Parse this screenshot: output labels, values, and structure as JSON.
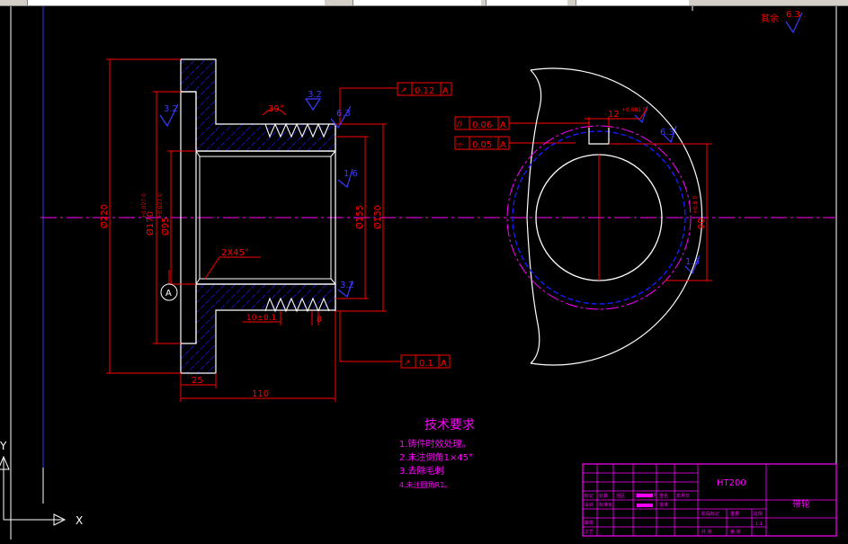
{
  "colors": {
    "background": "#000000",
    "outline": "#ffffff",
    "dimension": "#ff0000",
    "centerline": "#ff00ff",
    "hatch": "#1a1aff",
    "roughness": "#3a3aff",
    "notes": "#ff00ff",
    "title_block": "#ff00ff"
  },
  "corner_roughness": {
    "label": "其余",
    "value": "6.3"
  },
  "datum": {
    "letter": "A"
  },
  "tolerance_frames": [
    {
      "symbol": "↗",
      "value": "0.12",
      "datum": "A"
    },
    {
      "symbol": "//",
      "value": "0.06",
      "datum": "A"
    },
    {
      "symbol": "⌯",
      "value": "0.05",
      "datum": "A"
    },
    {
      "symbol": "↗",
      "value": "0.1",
      "datum": "A"
    }
  ],
  "dimensions": {
    "outer_dia": "Ø220",
    "bore_dia": "Ø170",
    "bore_tol": "+0.027 0",
    "inner_dia": "Ø95",
    "inner_tol": "+0.027 0",
    "groove_dia": "Ø155",
    "hub_dia": "Ø130",
    "chamfer": "2X45°",
    "flange": "25",
    "length": "110",
    "groove_angle": "39°",
    "groove_pitch": "10±0.1",
    "groove_width": "8",
    "key_width": "12",
    "key_tol": "+0.081 0",
    "key_depth": "90",
    "key_depth_tol": "+0.8 0"
  },
  "roughness_marks": [
    "3.2",
    "3.2",
    "6.3",
    "1.6",
    "3.2",
    "6.3",
    "1.6"
  ],
  "notes": {
    "title": "技术要求",
    "items": [
      "1.铸件时效处理。",
      "2.未注倒角1×45°",
      "3.去除毛刺",
      "4.未注圆角R1。"
    ]
  },
  "title_block": {
    "material": "HT200",
    "part_name": "带轮",
    "scale": "1:1",
    "header_labels": [
      "标记",
      "处数",
      "分区",
      "更改文件号",
      "签名",
      "年月日"
    ],
    "row_labels": [
      "设计",
      "标准化",
      "审核",
      "工艺",
      "批准"
    ],
    "stage_labels": [
      "阶段标记",
      "重量",
      "比例"
    ],
    "sheet_labels": [
      "共 张",
      "第 张"
    ]
  },
  "ucs": {
    "x": "X",
    "y": "Y"
  }
}
